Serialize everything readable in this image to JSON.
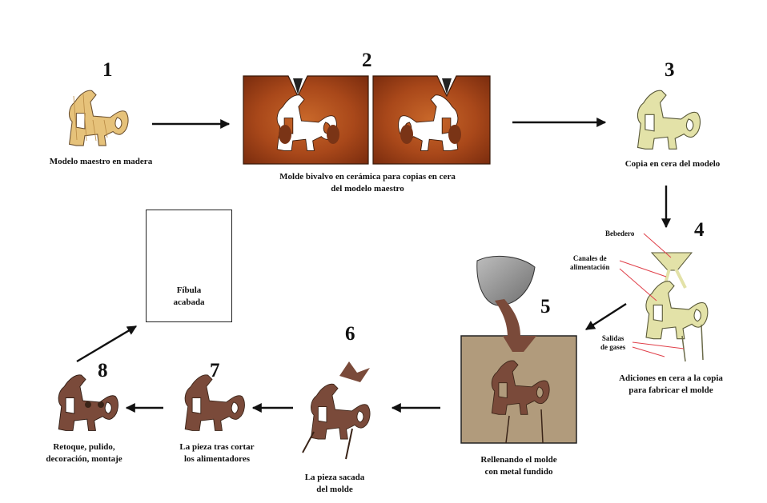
{
  "steps": [
    {
      "number": "1",
      "caption": [
        "Modelo maestro en madera"
      ]
    },
    {
      "number": "2",
      "caption": [
        "Molde bivalvo en cerámica para copias en cera",
        "del modelo maestro"
      ]
    },
    {
      "number": "3",
      "caption": [
        "Copia en cera del modelo"
      ]
    },
    {
      "number": "4",
      "caption": [
        "Adiciones en cera a la copia",
        "para fabricar el molde"
      ]
    },
    {
      "number": "5",
      "caption": [
        "Rellenando el molde",
        "con metal fundido"
      ]
    },
    {
      "number": "6",
      "caption": [
        "La pieza sacada",
        "del molde"
      ]
    },
    {
      "number": "7",
      "caption": [
        "La pieza tras cortar",
        "los alimentadores"
      ]
    },
    {
      "number": "8",
      "caption": [
        "Retoque, pulido,",
        "decoración, montaje"
      ]
    }
  ],
  "labels": {
    "bebedero": "Bebedero",
    "canales": [
      "Canales de",
      "alimentación"
    ],
    "salidas": [
      "Salidas",
      "de gases"
    ]
  },
  "finished": [
    "Fíbula",
    "acabada"
  ],
  "colors": {
    "wood": "#e6c27a",
    "wax": "#e3e2a8",
    "bronze": "#7a4a3a",
    "ceramic": "#b5501c",
    "sand": "#b19b7c",
    "ladle": "#9a9a9a",
    "leader": "#e0404a"
  }
}
